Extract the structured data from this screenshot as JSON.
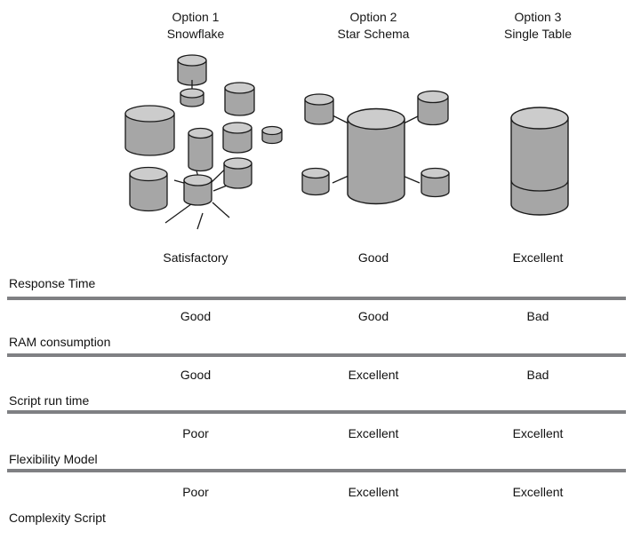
{
  "columns": [
    {
      "option": "Option 1",
      "name": "Snowflake"
    },
    {
      "option": "Option 2",
      "name": "Star Schema"
    },
    {
      "option": "Option 3",
      "name": "Single Table"
    }
  ],
  "diagram": {
    "type": "database-schema-comparison",
    "snowflake": {
      "label": "snowflake-schema-diagram",
      "node_count": 10,
      "hub": "central-cylinder",
      "connected_nodes": 7,
      "detached_nodes": 1
    },
    "star_schema": {
      "label": "star-schema-diagram",
      "node_count": 5,
      "hub": "large-central-cylinder",
      "connected_nodes": 4
    },
    "single_table": {
      "label": "single-table-diagram",
      "node_count": 1,
      "hub": "tall-cylinder",
      "connected_nodes": 0
    }
  },
  "colors": {
    "cylinder_body": "#a6a6a6",
    "cylinder_top": "#cccccc",
    "cylinder_stroke": "#1a1a1a",
    "rule": "#7f8083",
    "text": "#111111",
    "background": "#ffffff"
  },
  "table": {
    "rows": [
      {
        "label": "Response Time",
        "values": [
          "Satisfactory",
          "Good",
          "Excellent"
        ]
      },
      {
        "label": "RAM consumption",
        "values": [
          "Good",
          "Good",
          "Bad"
        ]
      },
      {
        "label": "Script run time",
        "values": [
          "Good",
          "Excellent",
          "Bad"
        ]
      },
      {
        "label": "Flexibility Model",
        "values": [
          "Poor",
          "Excellent",
          "Excellent"
        ]
      },
      {
        "label": "Complexity Script",
        "values": [
          "Poor",
          "Excellent",
          "Excellent"
        ]
      }
    ]
  }
}
